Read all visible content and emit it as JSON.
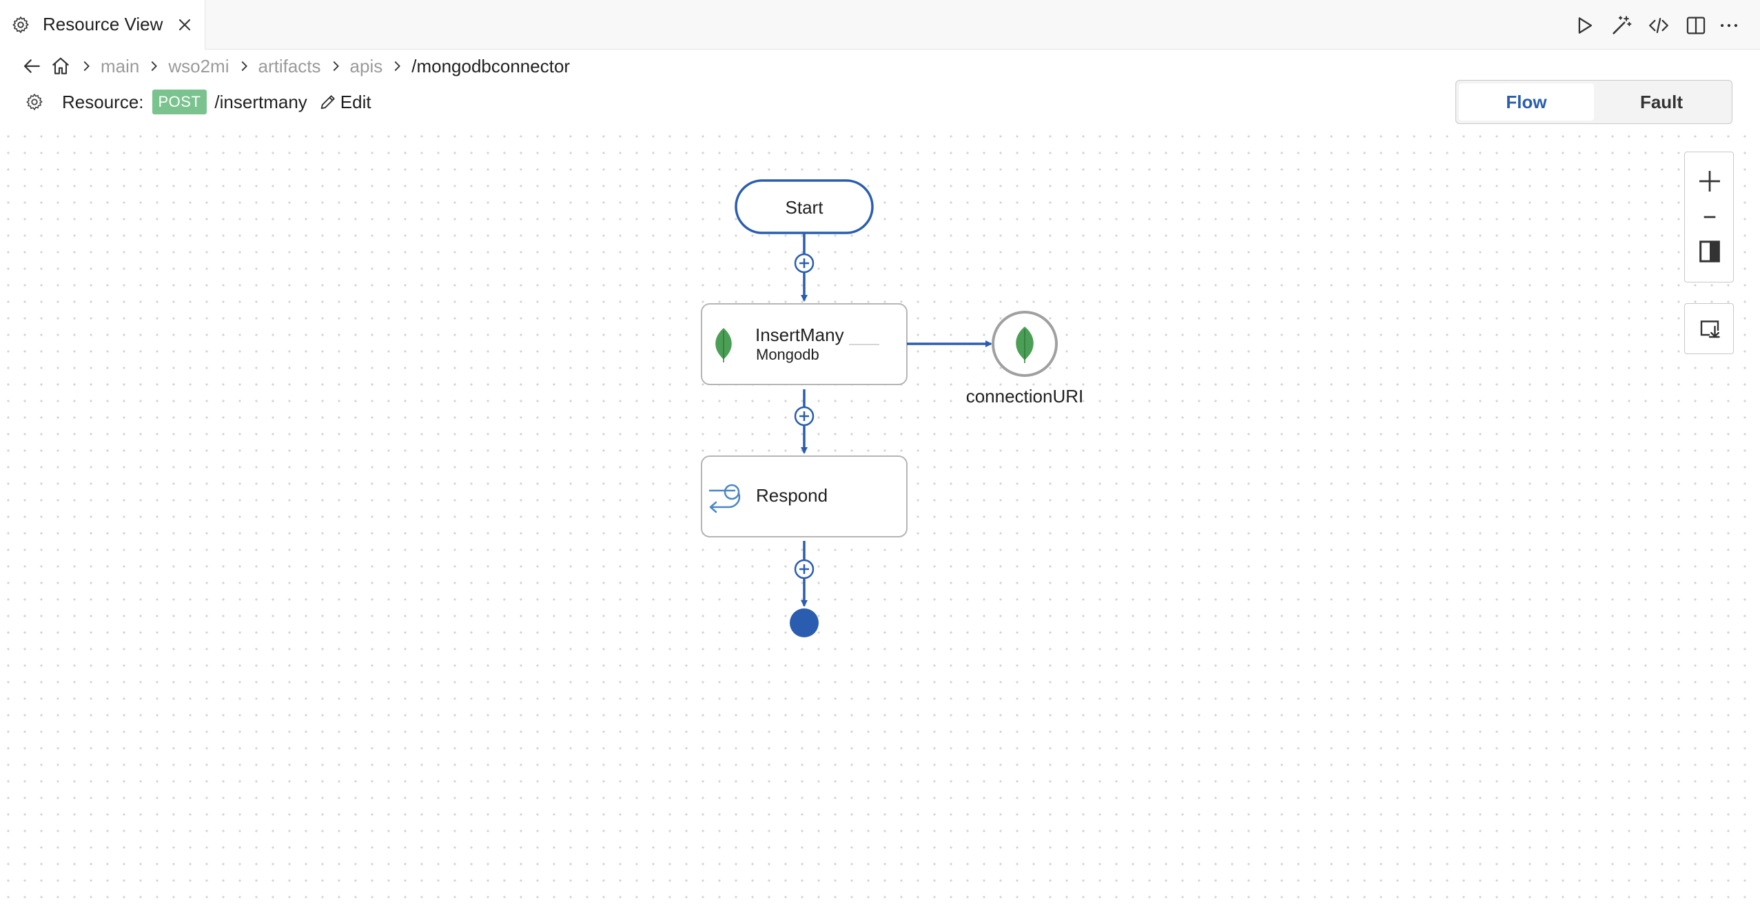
{
  "tab": {
    "title": "Resource View"
  },
  "breadcrumb": {
    "items": [
      "main",
      "wso2mi",
      "artifacts",
      "apis"
    ],
    "current": "/mongodbconnector"
  },
  "resource": {
    "label": "Resource:",
    "method": "POST",
    "path": "/insertmany",
    "edit_label": "Edit"
  },
  "view_toggle": {
    "flow": "Flow",
    "fault": "Fault",
    "selected": "Flow"
  },
  "diagram": {
    "start_label": "Start",
    "insert_node": {
      "title": "InsertMany",
      "subtitle": "Mongodb"
    },
    "connection_label": "connectionURI",
    "respond_label": "Respond"
  },
  "colors": {
    "accent": "#2a5db0",
    "method_badge": "#7ac38f",
    "mongo_leaf": "#4a9e55",
    "node_border": "#b5b5b5",
    "connection_ring": "#a0a0a0"
  },
  "icons": {
    "tab": "gear-icon",
    "run": "play-icon",
    "magic": "magic-wand-icon",
    "source": "code-icon",
    "split": "split-editor-icon",
    "more": "more-icon",
    "zoom_in": "plus-icon",
    "zoom_out": "minus-icon",
    "fit": "fit-view-icon",
    "export": "download-image-icon"
  }
}
